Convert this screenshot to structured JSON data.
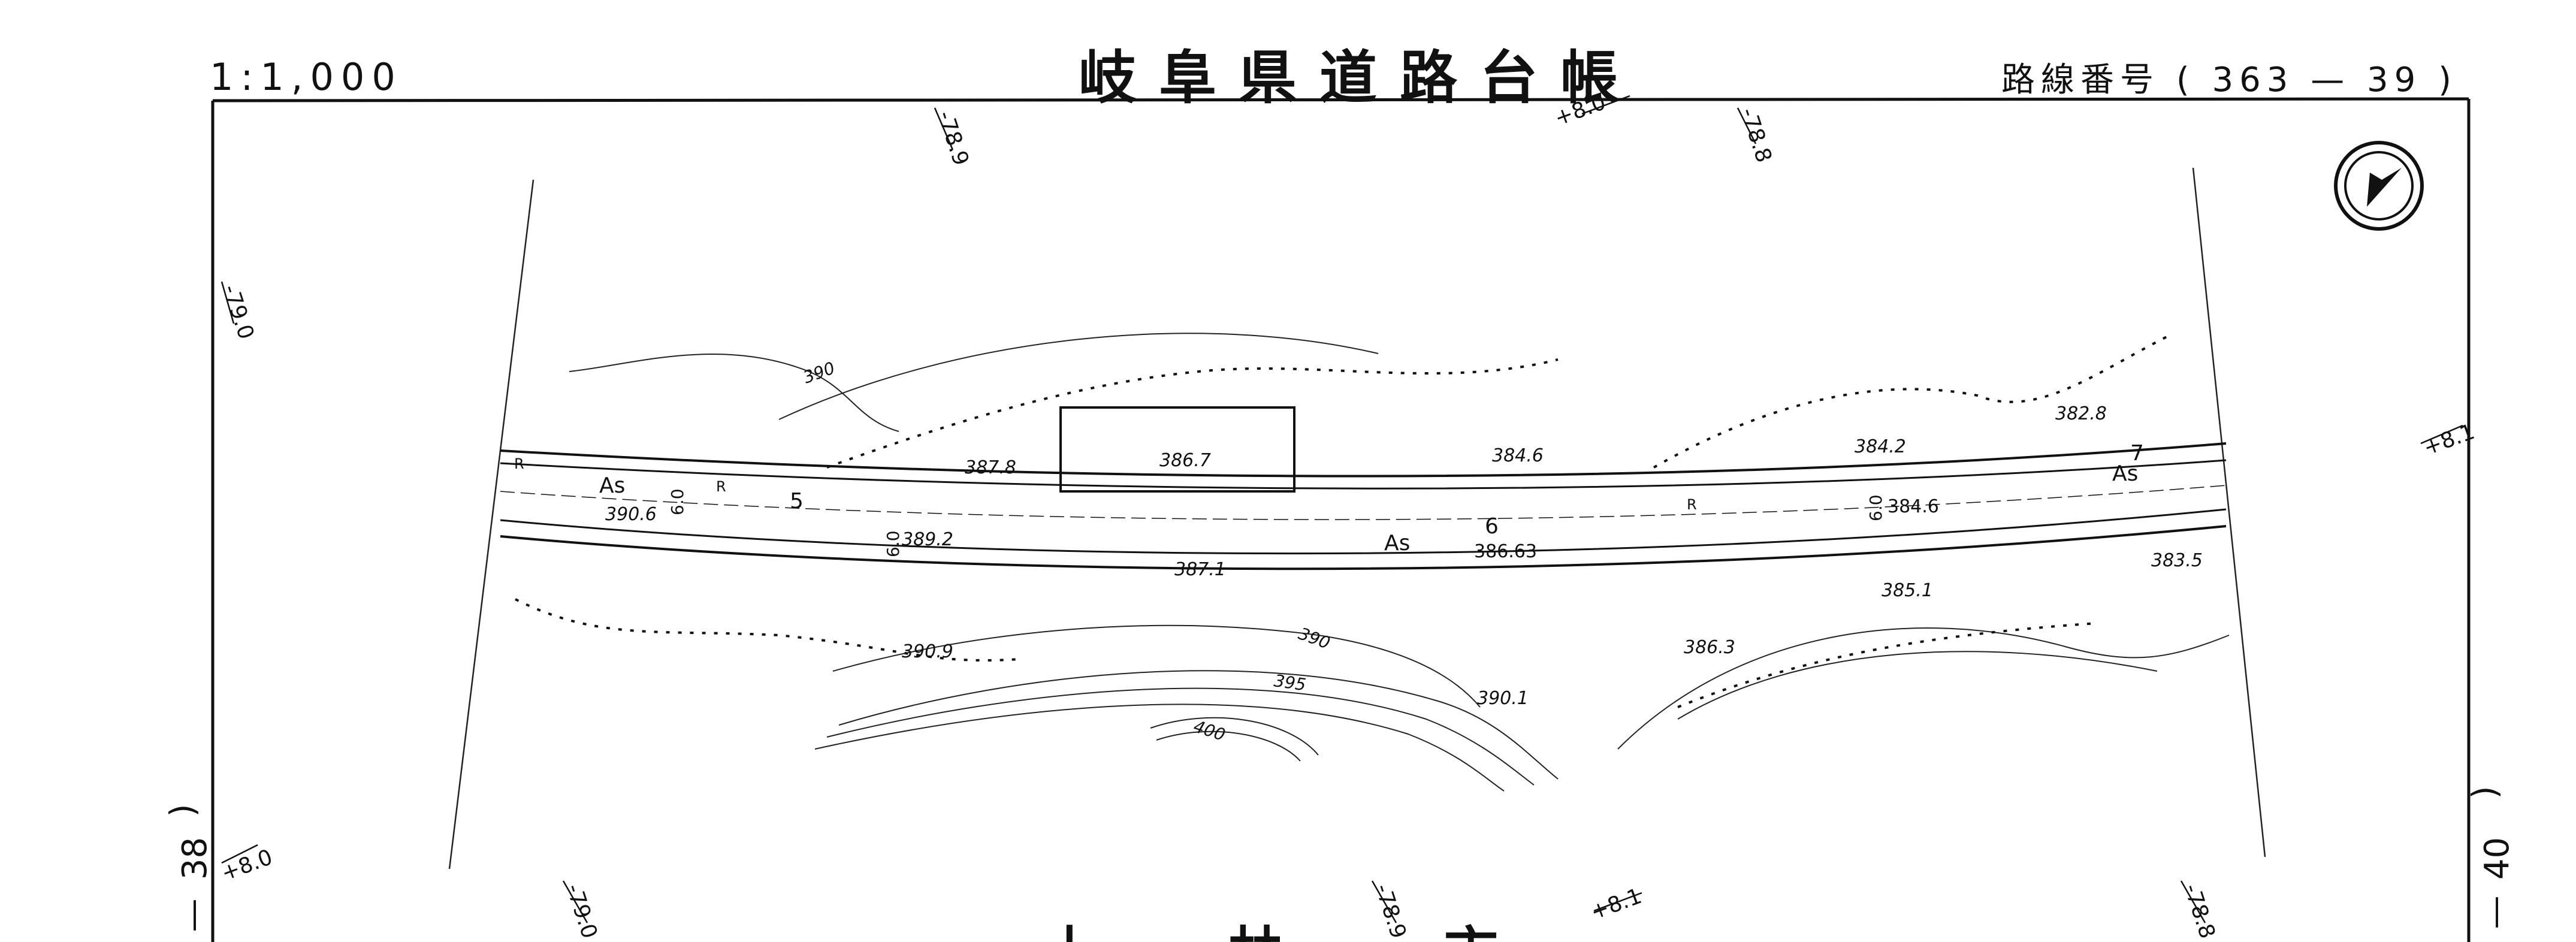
{
  "header": {
    "scale": "1:1,000",
    "title": "岐阜県道路台帳",
    "route_label": "路線番号",
    "route_open": "(",
    "route_from": "363",
    "route_dash": "—",
    "route_to": "39",
    "route_close": ")"
  },
  "margins": {
    "left_sheet": "38",
    "right_sheet": "40",
    "left_paren": ")",
    "right_paren": ")",
    "left_dash": "—",
    "right_dash": "—"
  },
  "coordinates": {
    "top_1": "-78.9",
    "top_2": "+8.0",
    "top_3": "-78.8",
    "left_1": "-79.0",
    "left_2": "+8.0",
    "bottom_1": "-79.0",
    "bottom_2": "-78.9",
    "bottom_3": "+8.1",
    "bottom_4": "-78.8",
    "right_1": "+8.1"
  },
  "road": {
    "surface_labels": [
      "As",
      "As",
      "As"
    ],
    "stations": [
      "5",
      "6",
      "7"
    ],
    "widths": [
      "6.0",
      "6.0",
      "6.0"
    ],
    "marks": [
      "R",
      "R",
      "R"
    ]
  },
  "elevations": {
    "e1": "390.6",
    "e2": "387.8",
    "e3": "386.7",
    "e4": "384.6",
    "e5": "384.2",
    "e6": "382.8",
    "e7": "389.2",
    "e8": "387.1",
    "e9": "386.63",
    "e10": "384.6",
    "e11": "383.5",
    "e12": "385.1",
    "e13": "390.9",
    "e14": "386.3",
    "e15": "390.1"
  },
  "contours": {
    "c390a": "390",
    "c390b": "390",
    "c395": "395",
    "c400": "400"
  },
  "bottom_text": {
    "t1": "土",
    "t2": "林",
    "t3": "市"
  },
  "colors": {
    "ink": "#111111",
    "paper": "#ffffff"
  },
  "icons": {
    "north_arrow": "north-arrow-icon"
  }
}
